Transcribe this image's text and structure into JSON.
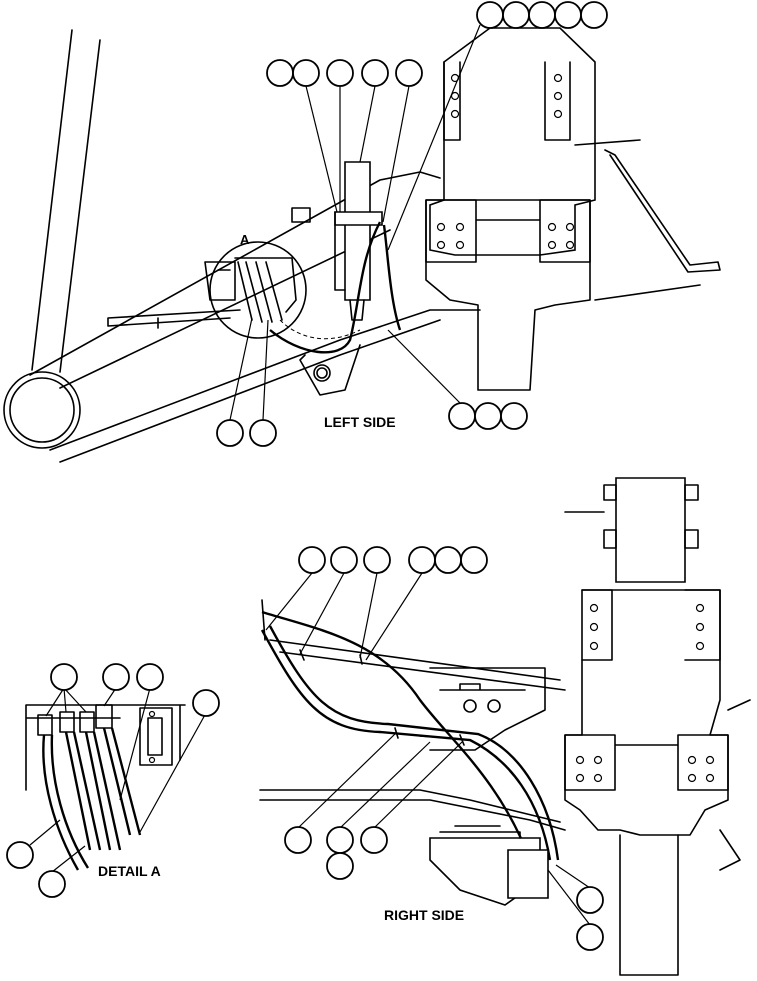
{
  "labels": {
    "left_side": "LEFT SIDE",
    "right_side": "RIGHT SIDE",
    "detail_a": "DETAIL A",
    "detail_marker": "A"
  }
}
